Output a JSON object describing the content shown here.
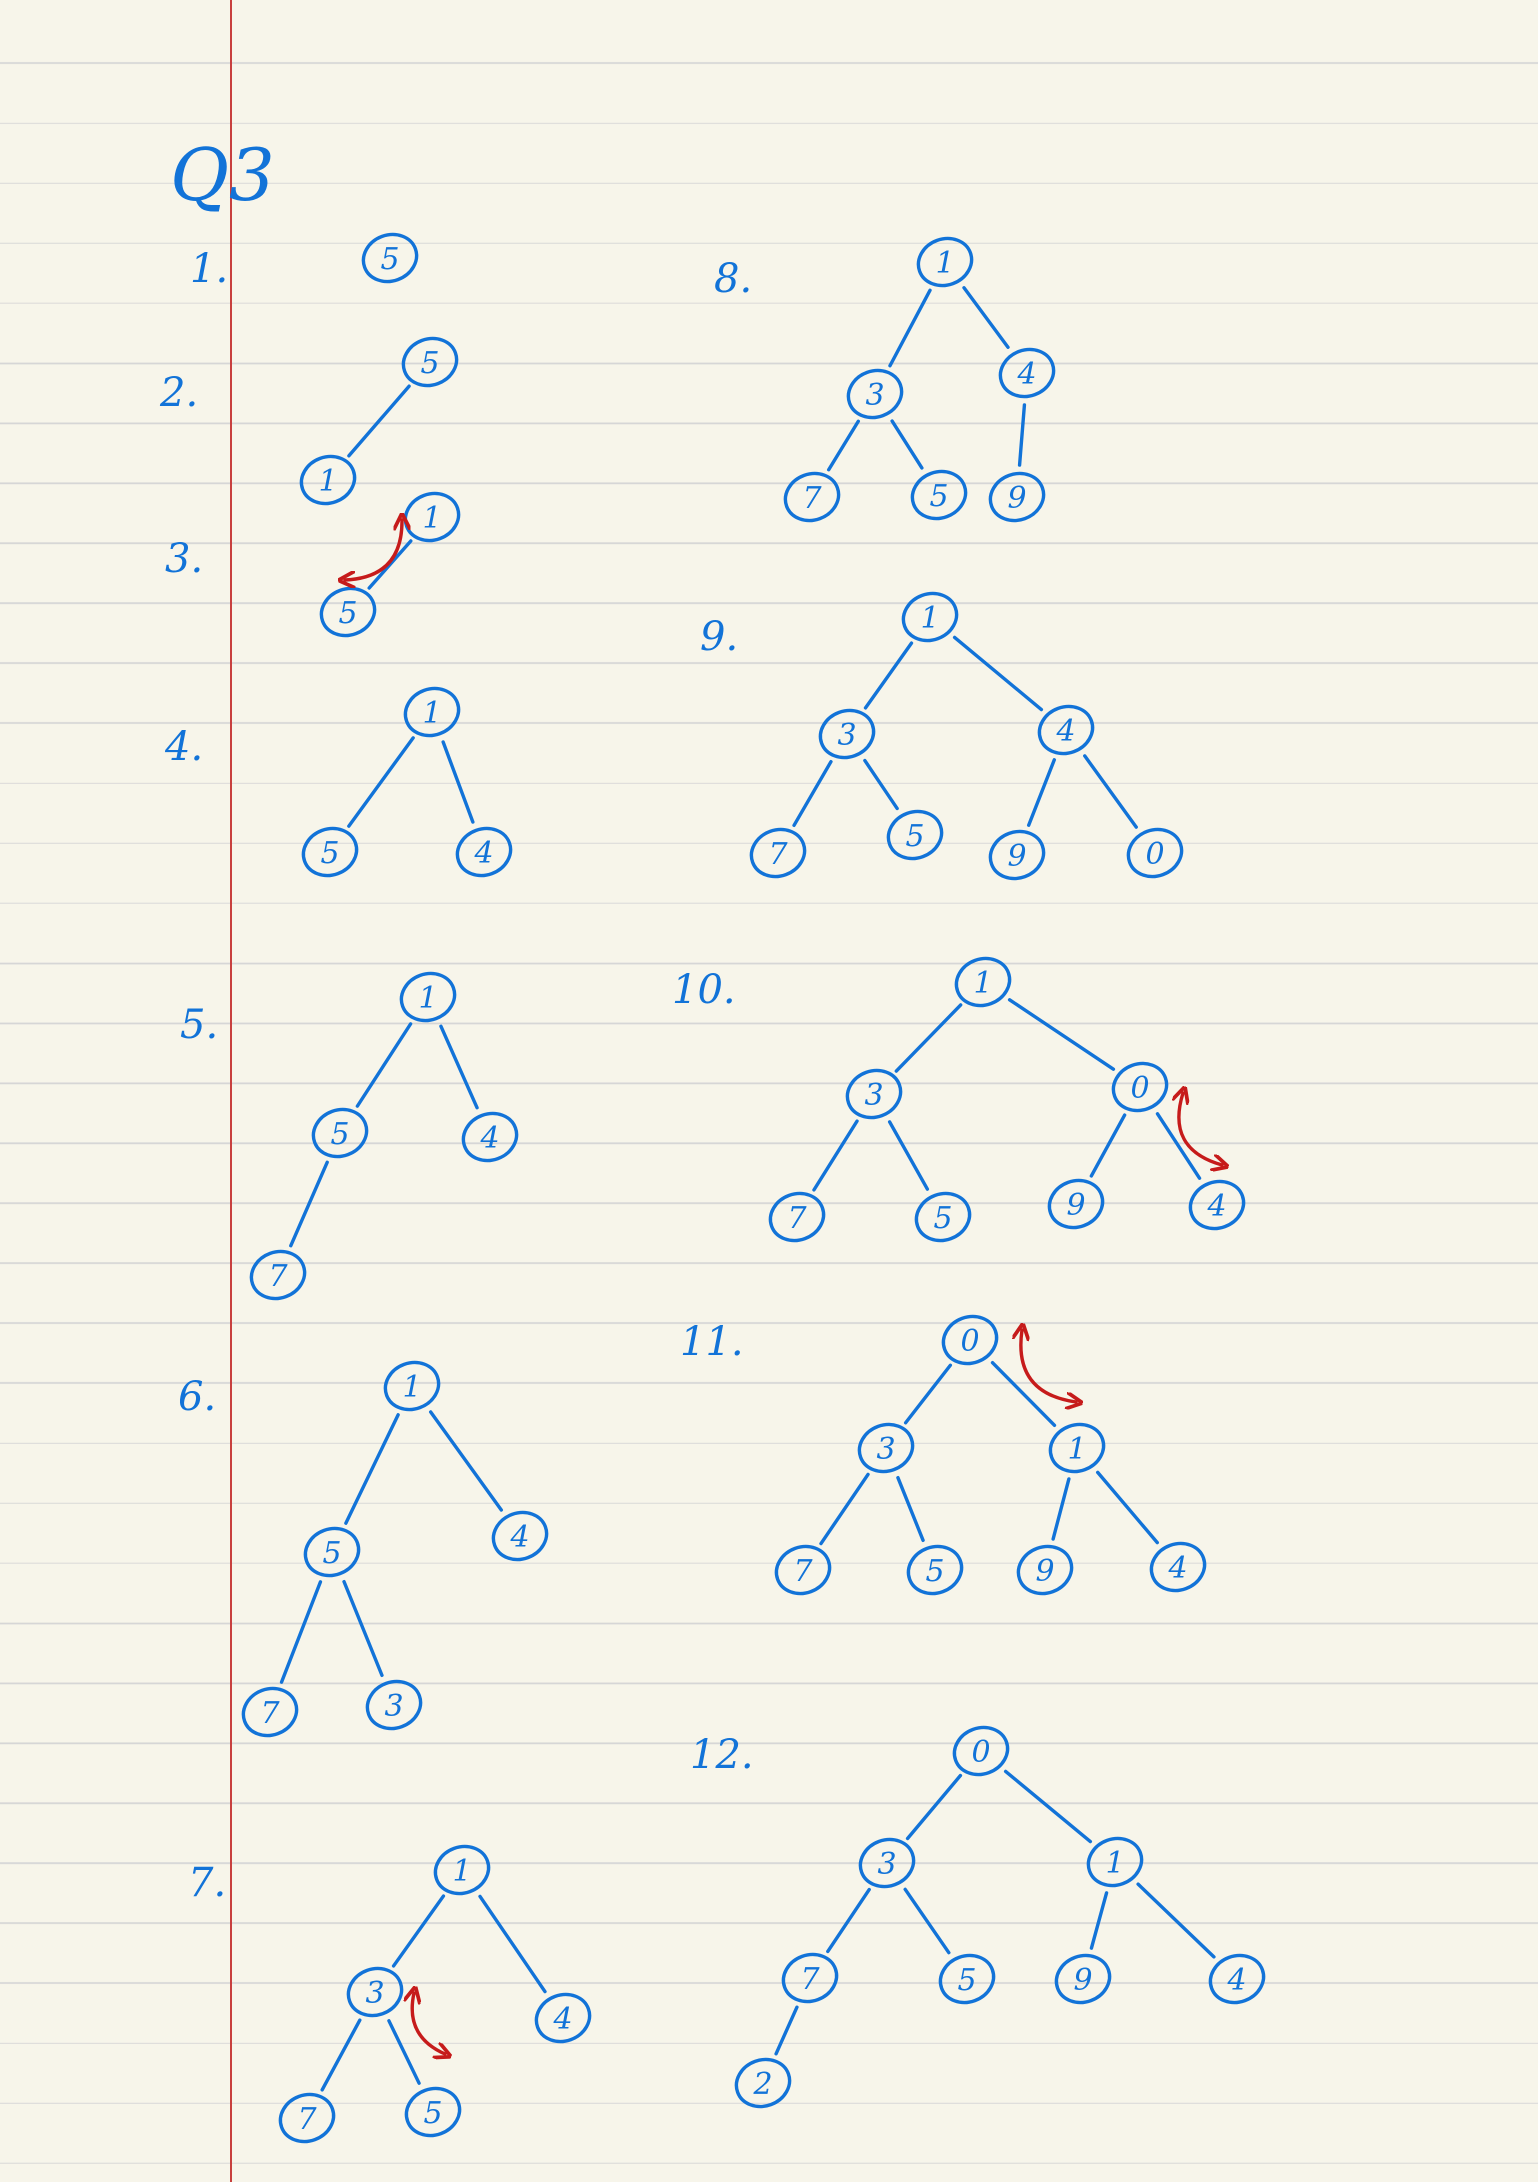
{
  "title": "Q3",
  "steps": [
    {
      "label": "1.",
      "nodes": [
        [
          "5",
          390,
          258
        ]
      ],
      "edges": [],
      "swaps": []
    },
    {
      "label": "2.",
      "nodes": [
        [
          "5",
          430,
          362
        ],
        [
          "1",
          328,
          480
        ]
      ],
      "edges": [
        [
          0,
          1
        ]
      ],
      "swaps": []
    },
    {
      "label": "3.",
      "nodes": [
        [
          "1",
          432,
          517
        ],
        [
          "5",
          348,
          612
        ]
      ],
      "edges": [
        [
          0,
          1
        ]
      ],
      "swaps": [
        [
          402,
          520,
          345,
          580,
          -40
        ]
      ]
    },
    {
      "label": "4.",
      "nodes": [
        [
          "1",
          432,
          712
        ],
        [
          "5",
          330,
          852
        ],
        [
          "4",
          484,
          852
        ]
      ],
      "edges": [
        [
          0,
          1
        ],
        [
          0,
          2
        ]
      ],
      "swaps": []
    },
    {
      "label": "5.",
      "nodes": [
        [
          "1",
          428,
          997
        ],
        [
          "5",
          340,
          1133
        ],
        [
          "4",
          490,
          1137
        ],
        [
          "7",
          278,
          1275
        ]
      ],
      "edges": [
        [
          0,
          1
        ],
        [
          0,
          2
        ],
        [
          1,
          3
        ]
      ],
      "swaps": []
    },
    {
      "label": "6.",
      "nodes": [
        [
          "1",
          412,
          1386
        ],
        [
          "5",
          332,
          1552
        ],
        [
          "4",
          520,
          1536
        ],
        [
          "7",
          270,
          1712
        ],
        [
          "3",
          394,
          1705
        ]
      ],
      "edges": [
        [
          0,
          1
        ],
        [
          0,
          2
        ],
        [
          1,
          3
        ],
        [
          1,
          4
        ]
      ],
      "swaps": []
    },
    {
      "label": "7.",
      "nodes": [
        [
          "1",
          462,
          1870
        ],
        [
          "3",
          375,
          1992
        ],
        [
          "4",
          563,
          2018
        ],
        [
          "7",
          307,
          2118
        ],
        [
          "5",
          433,
          2112
        ]
      ],
      "edges": [
        [
          0,
          1
        ],
        [
          0,
          2
        ],
        [
          1,
          3
        ],
        [
          1,
          4
        ]
      ],
      "swaps": [
        [
          414,
          1993,
          445,
          2054,
          28
        ]
      ]
    },
    {
      "label": "8.",
      "nodes": [
        [
          "1",
          945,
          262
        ],
        [
          "3",
          875,
          394
        ],
        [
          "4",
          1027,
          373
        ],
        [
          "7",
          812,
          497
        ],
        [
          "5",
          939,
          495
        ],
        [
          "9",
          1017,
          497
        ]
      ],
      "edges": [
        [
          0,
          1
        ],
        [
          0,
          2
        ],
        [
          1,
          3
        ],
        [
          1,
          4
        ],
        [
          2,
          5
        ]
      ],
      "swaps": []
    },
    {
      "label": "9.",
      "nodes": [
        [
          "1",
          930,
          617
        ],
        [
          "3",
          847,
          734
        ],
        [
          "4",
          1066,
          730
        ],
        [
          "7",
          778,
          853
        ],
        [
          "5",
          915,
          835
        ],
        [
          "9",
          1017,
          855
        ],
        [
          "0",
          1155,
          853
        ]
      ],
      "edges": [
        [
          0,
          1
        ],
        [
          0,
          2
        ],
        [
          1,
          3
        ],
        [
          1,
          4
        ],
        [
          2,
          5
        ],
        [
          2,
          6
        ]
      ],
      "swaps": []
    },
    {
      "label": "10.",
      "nodes": [
        [
          "1",
          983,
          982
        ],
        [
          "3",
          874,
          1094
        ],
        [
          "0",
          1140,
          1087
        ],
        [
          "7",
          797,
          1217
        ],
        [
          "5",
          943,
          1217
        ],
        [
          "9",
          1076,
          1204
        ],
        [
          "4",
          1217,
          1205
        ]
      ],
      "edges": [
        [
          0,
          1
        ],
        [
          0,
          2
        ],
        [
          1,
          3
        ],
        [
          1,
          4
        ],
        [
          2,
          5
        ],
        [
          2,
          6
        ]
      ],
      "swaps": [
        [
          1183,
          1093,
          1222,
          1165,
          42
        ]
      ]
    },
    {
      "label": "11.",
      "nodes": [
        [
          "0",
          970,
          1340
        ],
        [
          "3",
          886,
          1448
        ],
        [
          "1",
          1077,
          1448
        ],
        [
          "7",
          803,
          1570
        ],
        [
          "5",
          935,
          1570
        ],
        [
          "9",
          1045,
          1570
        ],
        [
          "4",
          1178,
          1567
        ]
      ],
      "edges": [
        [
          0,
          1
        ],
        [
          0,
          2
        ],
        [
          1,
          3
        ],
        [
          1,
          4
        ],
        [
          2,
          5
        ],
        [
          2,
          6
        ]
      ],
      "swaps": [
        [
          1022,
          1330,
          1076,
          1402,
          45
        ]
      ]
    },
    {
      "label": "12.",
      "nodes": [
        [
          "0",
          981,
          1751
        ],
        [
          "3",
          887,
          1863
        ],
        [
          "1",
          1115,
          1862
        ],
        [
          "7",
          810,
          1978
        ],
        [
          "5",
          967,
          1979
        ],
        [
          "9",
          1083,
          1979
        ],
        [
          "4",
          1237,
          1979
        ],
        [
          "2",
          763,
          2083
        ]
      ],
      "edges": [
        [
          0,
          1
        ],
        [
          0,
          2
        ],
        [
          1,
          3
        ],
        [
          1,
          4
        ],
        [
          2,
          5
        ],
        [
          2,
          6
        ],
        [
          3,
          7
        ]
      ],
      "swaps": []
    }
  ]
}
